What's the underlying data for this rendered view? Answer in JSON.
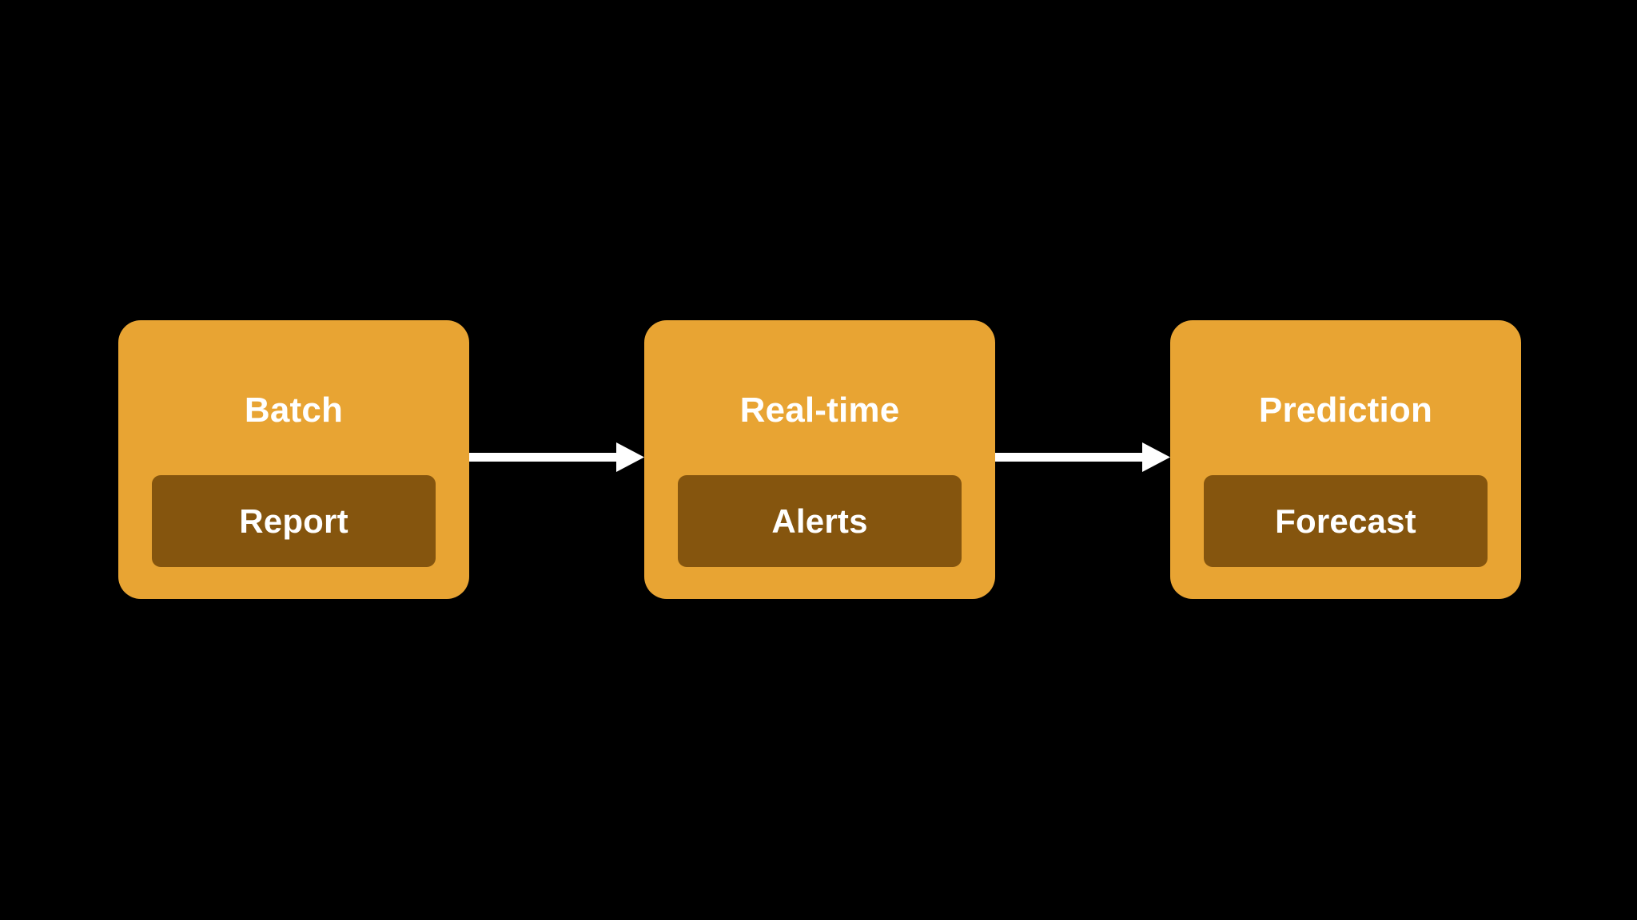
{
  "diagram": {
    "type": "horizontal-flow",
    "background_color": "#000000",
    "node_color": "#e8a433",
    "badge_color": "#85550e",
    "text_color": "#ffffff",
    "arrow_color": "#ffffff",
    "nodes": [
      {
        "title": "Batch",
        "badge": "Report"
      },
      {
        "title": "Real-time",
        "badge": "Alerts"
      },
      {
        "title": "Prediction",
        "badge": "Forecast"
      }
    ],
    "connectors": [
      {
        "from": "Batch",
        "to": "Real-time",
        "icon": "arrow-right-icon"
      },
      {
        "from": "Real-time",
        "to": "Prediction",
        "icon": "arrow-right-icon"
      }
    ]
  }
}
